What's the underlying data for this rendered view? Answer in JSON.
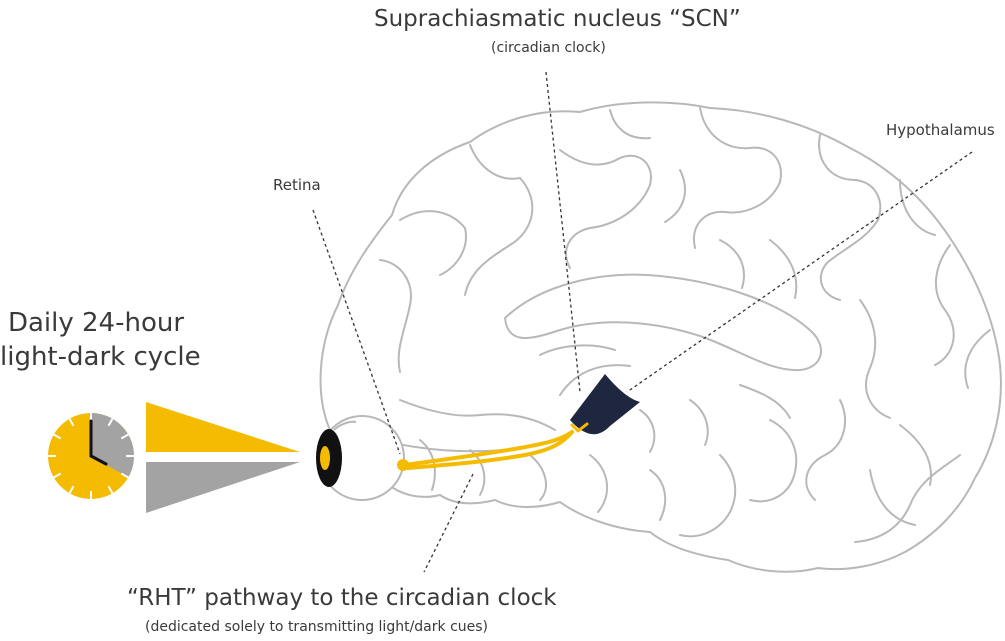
{
  "labels": {
    "scn_title": "Suprachiasmatic nucleus “SCN”",
    "scn_subtitle": "(circadian clock)",
    "hypothalamus": "Hypothalamus",
    "retina": "Retina",
    "daily_line1": "Daily 24-hour",
    "daily_line2": "light-dark cycle",
    "rht_title": "“RHT” pathway to the circadian clock",
    "rht_subtitle": "(dedicated solely to transmitting light/dark cues)"
  },
  "colors": {
    "light": "#f5bb00",
    "dark": "#a3a3a3",
    "scn": "#1f2740",
    "outline": "#b8b8b8",
    "text": "#3a3a3a"
  },
  "icons": {
    "clock": "clock-icon",
    "eye": "eye-icon",
    "brain": "brain-outline-icon"
  }
}
